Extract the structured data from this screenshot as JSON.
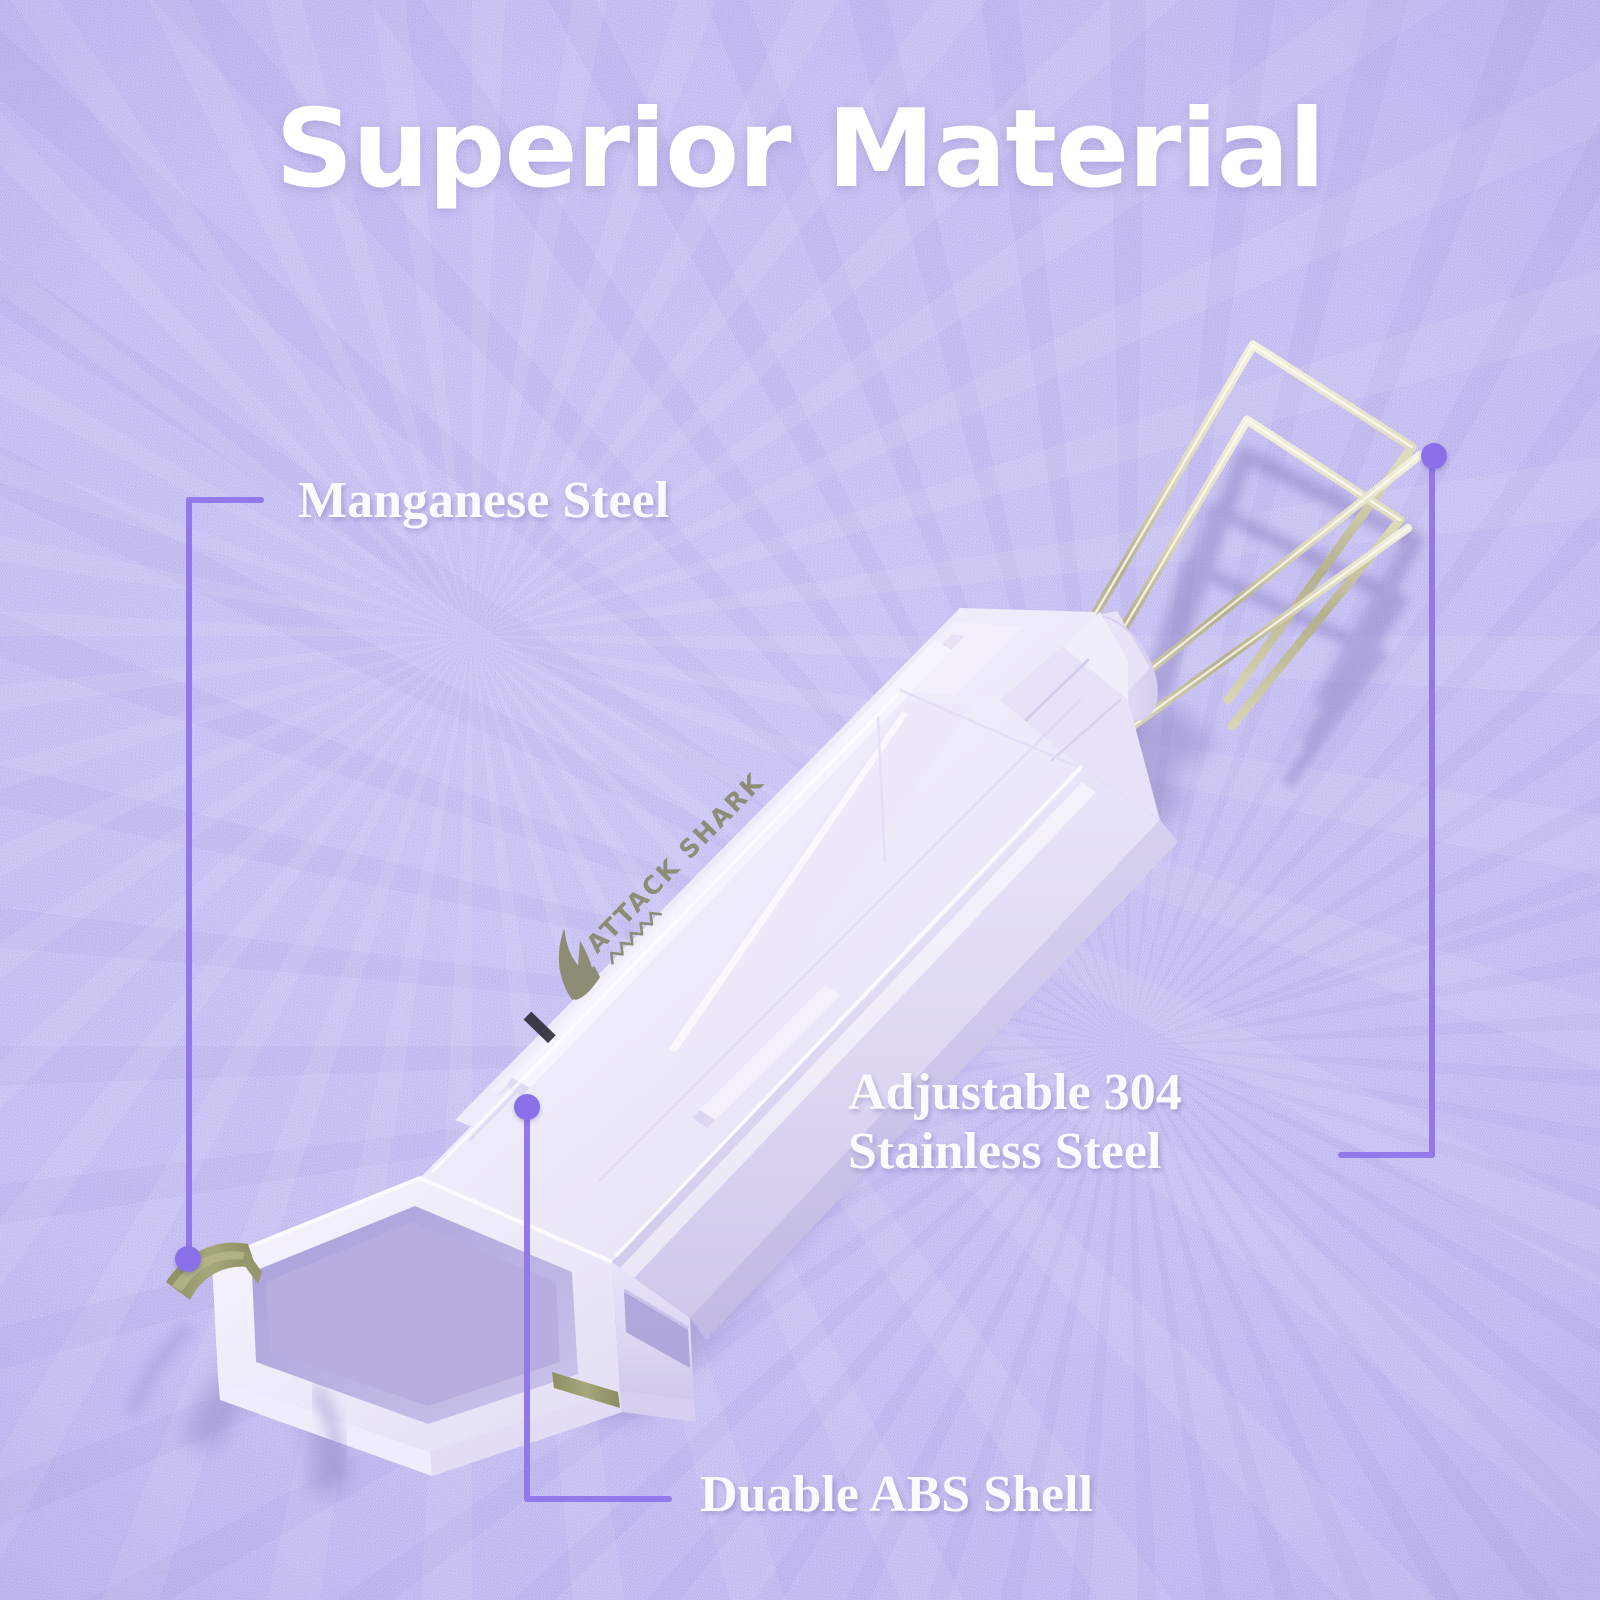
{
  "page": {
    "title": "Superior Material",
    "background_color": "#c5bef3",
    "accent_color": "#8a6fe8",
    "text_color": "#ffffff"
  },
  "headline": {
    "text": "Superior Material"
  },
  "callouts": [
    {
      "id": "manganese-steel",
      "label": "Manganese Steel",
      "connector": "elbow-left",
      "anchor_point": "blade-tip",
      "dot_color": "#8a6fe8"
    },
    {
      "id": "adjustable-304-stainless-steel",
      "label": "Adjustable 304\nStainless Steel",
      "connector": "elbow-right",
      "anchor_point": "wire-prong-tip",
      "dot_color": "#8a6fe8"
    },
    {
      "id": "duable-abs-shell",
      "label": "Duable ABS Shell",
      "connector": "elbow-bottom",
      "anchor_point": "shell-body",
      "dot_color": "#8a6fe8"
    }
  ],
  "product": {
    "name": "keycap-and-switch-puller",
    "brand": "ATTACK SHARK",
    "brand_mark": "shark-fin-logo",
    "body_color": "#efecfb",
    "body_shadow_color": "#a79dde",
    "wire_color": "#d9d6bd",
    "blade_color": "#9a9a6e",
    "logo_color": "#8d8d76"
  }
}
